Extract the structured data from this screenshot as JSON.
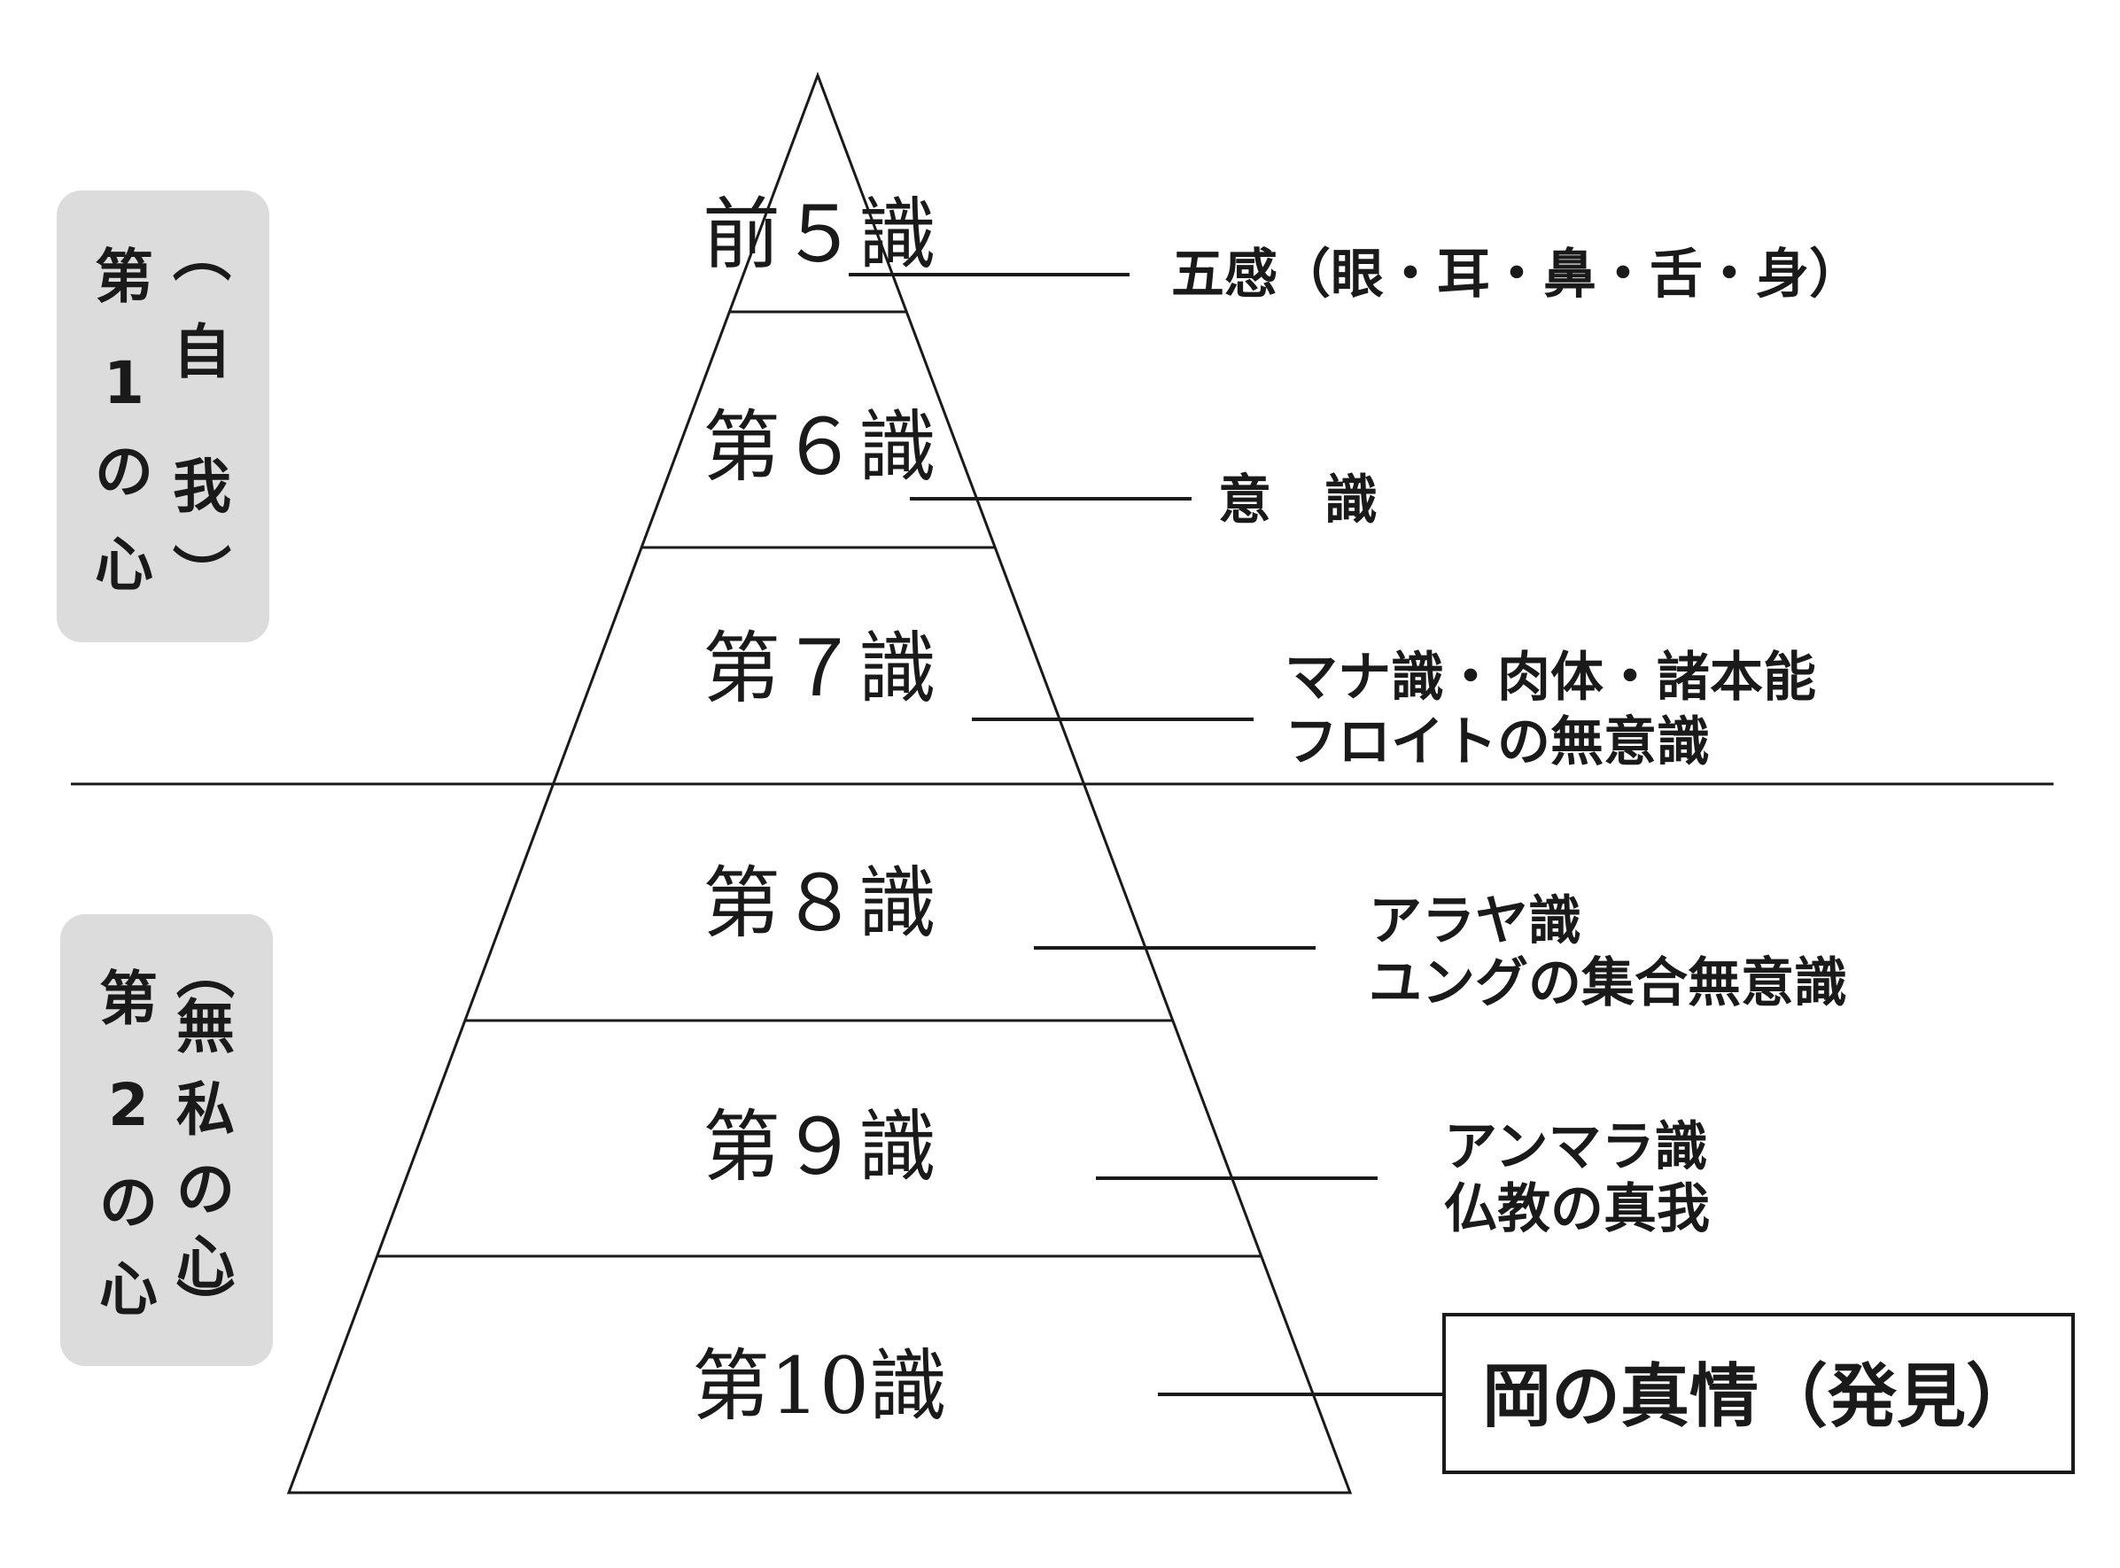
{
  "side_groups": [
    {
      "chars_left": [
        "第",
        "1",
        "の",
        "心"
      ],
      "chars_right": [
        "︵",
        "自",
        "我",
        "︶"
      ]
    },
    {
      "chars_left": [
        "第",
        "2",
        "の",
        "心"
      ],
      "chars_right": [
        "︵",
        "無",
        "私",
        "の",
        "心",
        "︶"
      ]
    }
  ],
  "levels": [
    {
      "label": "前５識",
      "desc": [
        "五感（眼・耳・鼻・舌・身）"
      ]
    },
    {
      "label": "第６識",
      "desc": [
        "意　識"
      ]
    },
    {
      "label": "第７識",
      "desc": [
        "マナ識・肉体・諸本能",
        "フロイトの無意識"
      ]
    },
    {
      "label": "第８識",
      "desc": [
        "アラヤ識",
        "ユングの集合無意識"
      ]
    },
    {
      "label": "第９識",
      "desc": [
        "アンマラ識",
        "仏教の真我"
      ]
    },
    {
      "label": "第10識",
      "desc": []
    }
  ],
  "result": {
    "text": "岡の真情（発見）"
  }
}
